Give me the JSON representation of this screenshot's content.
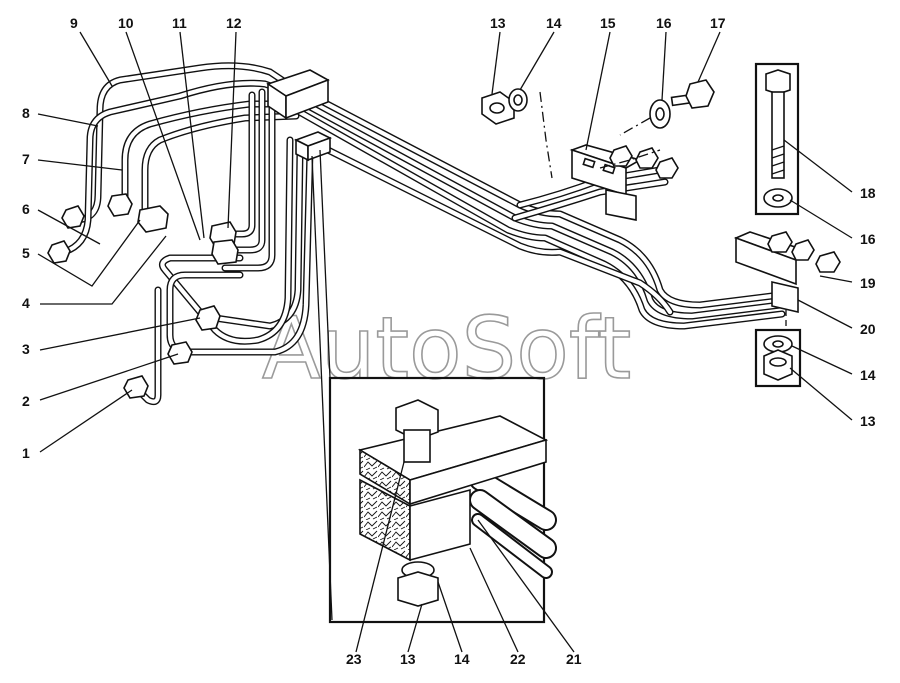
{
  "watermark": "AutoSoft",
  "callouts": [
    {
      "id": "c9",
      "text": "9"
    },
    {
      "id": "c10",
      "text": "10"
    },
    {
      "id": "c11",
      "text": "11"
    },
    {
      "id": "c12",
      "text": "12"
    },
    {
      "id": "c8",
      "text": "8"
    },
    {
      "id": "c7",
      "text": "7"
    },
    {
      "id": "c6",
      "text": "6"
    },
    {
      "id": "c5",
      "text": "5"
    },
    {
      "id": "c4",
      "text": "4"
    },
    {
      "id": "c3",
      "text": "3"
    },
    {
      "id": "c2",
      "text": "2"
    },
    {
      "id": "c1",
      "text": "1"
    },
    {
      "id": "c13a",
      "text": "13"
    },
    {
      "id": "c14a",
      "text": "14"
    },
    {
      "id": "c15",
      "text": "15"
    },
    {
      "id": "c16a",
      "text": "16"
    },
    {
      "id": "c17",
      "text": "17"
    },
    {
      "id": "c18",
      "text": "18"
    },
    {
      "id": "c16b",
      "text": "16"
    },
    {
      "id": "c19",
      "text": "19"
    },
    {
      "id": "c20",
      "text": "20"
    },
    {
      "id": "c14b",
      "text": "14"
    },
    {
      "id": "c13b",
      "text": "13"
    },
    {
      "id": "c23",
      "text": "23"
    },
    {
      "id": "c13c",
      "text": "13"
    },
    {
      "id": "c14c",
      "text": "14"
    },
    {
      "id": "c22",
      "text": "22"
    },
    {
      "id": "c21",
      "text": "21"
    }
  ]
}
